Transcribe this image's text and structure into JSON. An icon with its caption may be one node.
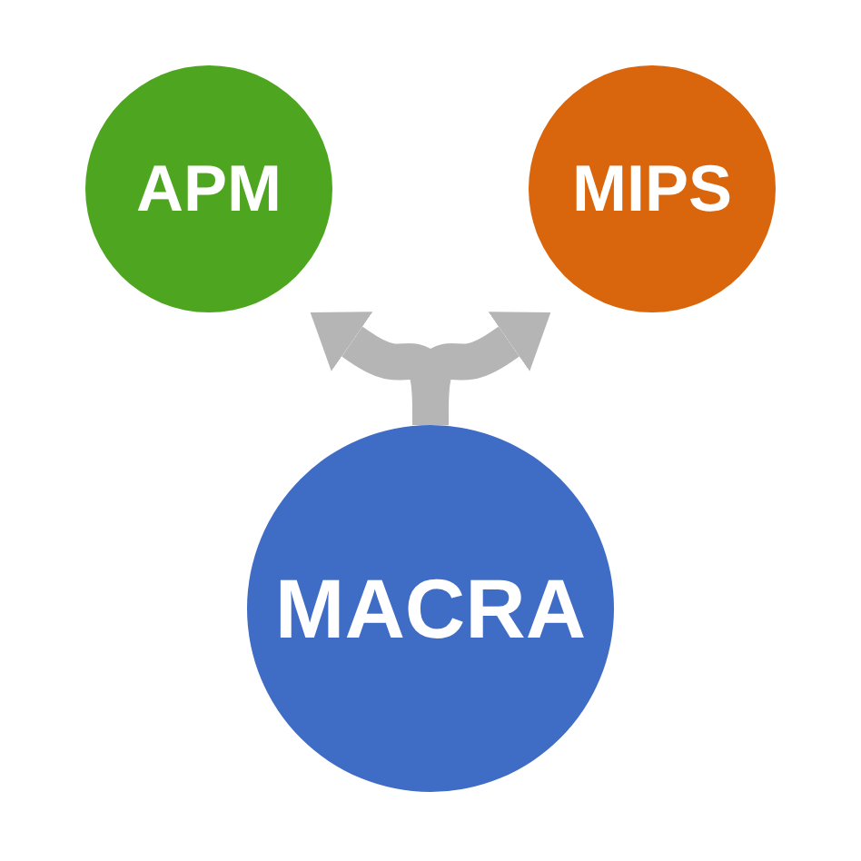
{
  "diagram": {
    "nodes": [
      {
        "text": [
          "APM"
        ]
      },
      {
        "text": [
          "MIPS"
        ]
      },
      {
        "text": [
          "MACRA"
        ]
      }
    ],
    "edges": [
      {
        "from": 2,
        "to": 0,
        "arrow": "to",
        "color": "#b5b5b5"
      },
      {
        "from": 2,
        "to": 1,
        "arrow": "to",
        "color": "#b5b5b5"
      }
    ]
  }
}
